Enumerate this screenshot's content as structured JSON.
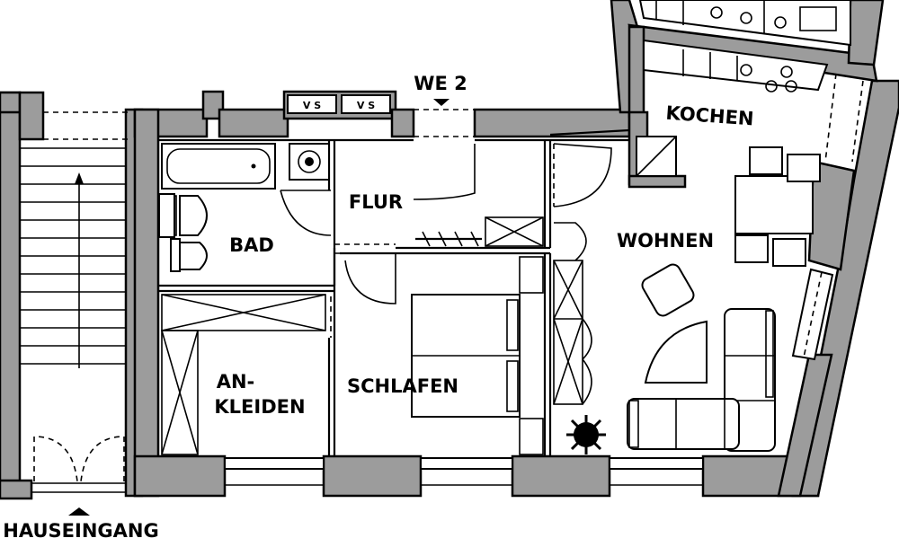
{
  "unit": "WE 2",
  "rooms": {
    "kochen": "KOCHEN",
    "wohnen": "WOHNEN",
    "flur": "FLUR",
    "bad": "BAD",
    "schlafen": "SCHLAFEN",
    "ankleiden_line1": "AN-",
    "ankleiden_line2": "KLEIDEN"
  },
  "entrance": "HAUSEINGANG",
  "meter_label": "V S"
}
